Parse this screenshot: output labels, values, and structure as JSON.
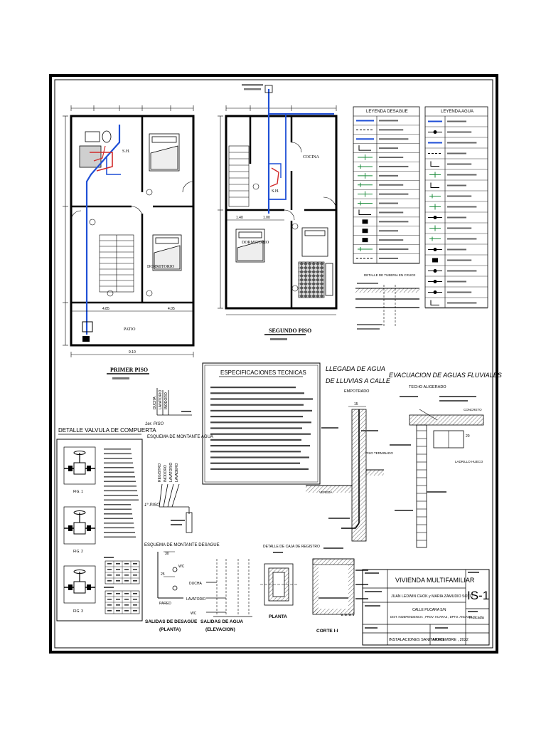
{
  "first_floor": {
    "title": "PRIMER PISO",
    "rooms": {
      "sh": "S.H.",
      "dorm": "DORMITORIO",
      "patio": "PATIO"
    },
    "dims": {
      "total": "9.10",
      "left": "4.85",
      "right": "4.05"
    }
  },
  "second_floor": {
    "title": "SEGUNDO PISO",
    "rooms": {
      "cocina": "COCINA",
      "dorm": "DORMITORIO",
      "sh": "S.H."
    },
    "dims": {
      "a": "1.40",
      "b": "1.00"
    }
  },
  "legend_desague": {
    "title": "LEYENDA DESAGUE"
  },
  "legend_agua": {
    "title": "LEYENDA AGUA"
  },
  "cross_detail": {
    "title": "DETALLE DE TUBERIA EN CRUCE"
  },
  "specs": {
    "title": "ESPECIFICACIONES TECNICAS"
  },
  "rain_arrival": {
    "title_1": "LLEGADA DE AGUA",
    "title_2": "DE LLUVIAS A CALLE",
    "subtitle": "EMPOTRADO",
    "dim": "15",
    "floor": "PISO TERMINADO",
    "sidewalk": "VEREDA"
  },
  "rain_evac": {
    "title": "EVACUACION DE AGUAS FLUVIALES",
    "subtitle": "TECHO ALIGERADO",
    "concrete": "CONCRETO",
    "brick": "LADRILLO HUECO",
    "dim": "20"
  },
  "valve": {
    "title": "DETALLE VALVULA DE COMPUERTA",
    "fig1": "FIG. 1",
    "fig2": "FIG. 2",
    "fig3": "FIG. 3"
  },
  "riser_water": {
    "floor": "1er. PISO",
    "title": "ESQUEMA DE MONTANTE AGUA",
    "outlets": [
      "DUCHA",
      "LAVATORIO",
      "INODORO"
    ]
  },
  "riser_drain": {
    "floor": "1° PISO",
    "title": "ESQUEMA DE MONTANTE DESAGUE",
    "outlets": [
      "REGISTRO",
      "INODORO",
      "LAVATORIO",
      "LAVADERO"
    ]
  },
  "drain_outlets": {
    "title": "SALIDAS DE DESAGÜE",
    "sub": "(PLANTA)",
    "wall": "PARED",
    "wc": "WC",
    "d1": "30",
    "d2": "25"
  },
  "water_outlets": {
    "title": "SALIDAS DE AGUA",
    "sub": "(ELEVACION)",
    "ducha": "DUCHA",
    "lavatorio": "LAVATORIO",
    "wc": "WC"
  },
  "register_box": {
    "title": "DETALLE DE CAJA DE REGISTRO",
    "plan": "PLANTA",
    "section": "CORTE I-I"
  },
  "title_block": {
    "project": "VIVIENDA MULTIFAMILIAR",
    "owners": "JUAN LEDWIN CHOK y MARIA ZAMUDIO SOTO",
    "address_1": "CALLE PUCARA S/N",
    "address_2": "DIST. INDEPENDENCIA , PROV. HUARAZ , DPTO. ANCASH",
    "plan": "INSTALACIONES SANITARIAS",
    "date": "NOVIEMBRE , 2022",
    "code": "IS-1",
    "scale": "Indicada"
  },
  "colors": {
    "water": "#1f4fd6",
    "drain": "#d12a2a",
    "symbol": "#1a8a3a"
  }
}
